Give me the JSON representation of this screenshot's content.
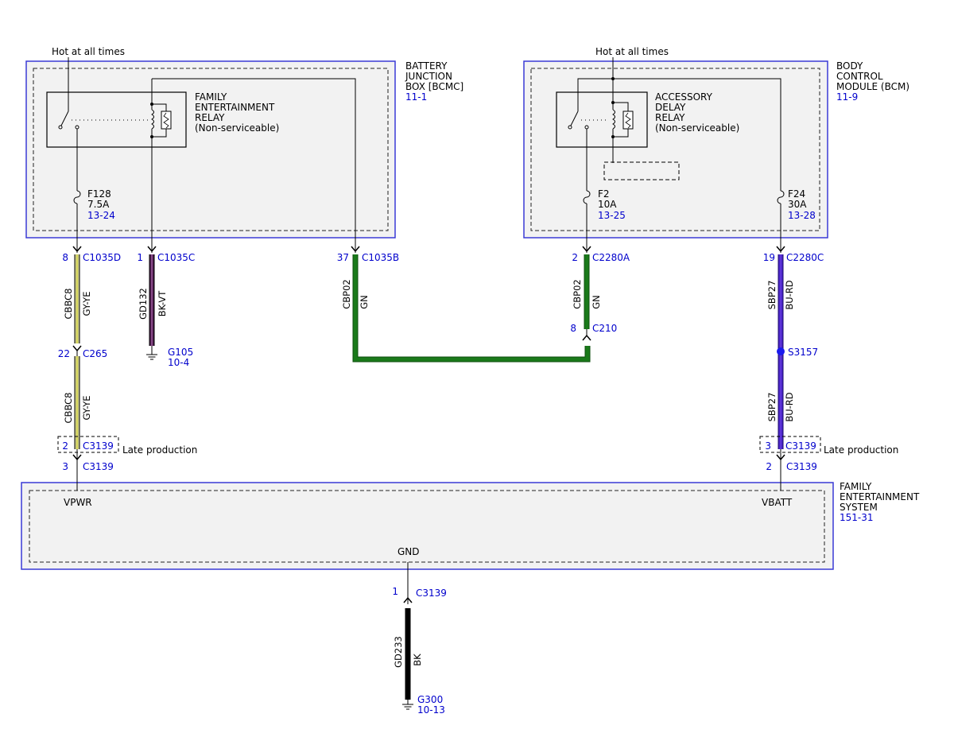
{
  "colors": {
    "module_border": "#3a3ad6",
    "module_fill": "#f2f2f2",
    "ref_text": "#0000cc",
    "wire_gy_ye": "#c9c98a",
    "wire_bk_vt": "#4a1a4a",
    "wire_gn": "#1a7a1a",
    "wire_bu_rd": "#4a24c8",
    "wire_bk": "#000000"
  },
  "top_left": {
    "hot_label": "Hot at all times",
    "module_name_lines": [
      "BATTERY",
      "JUNCTION",
      "BOX [BCMC]"
    ],
    "module_ref": "11-1",
    "relay_lines": [
      "FAMILY",
      "ENTERTAINMENT",
      "RELAY",
      "(Non-serviceable)"
    ],
    "fuse": {
      "name": "F128",
      "rating": "7.5A",
      "ref": "13-24"
    }
  },
  "top_right": {
    "hot_label": "Hot at all times",
    "module_name_lines": [
      "BODY",
      "CONTROL",
      "MODULE (BCM)"
    ],
    "module_ref": "11-9",
    "relay_lines": [
      "ACCESSORY",
      "DELAY",
      "RELAY",
      "(Non-serviceable)"
    ],
    "fuse_a": {
      "name": "F2",
      "rating": "10A",
      "ref": "13-25"
    },
    "fuse_b": {
      "name": "F24",
      "rating": "30A",
      "ref": "13-28"
    }
  },
  "connectors": {
    "c1035d": {
      "pin": "8",
      "name": "C1035D"
    },
    "c1035c": {
      "pin": "1",
      "name": "C1035C"
    },
    "c1035b": {
      "pin": "37",
      "name": "C1035B"
    },
    "c2280a": {
      "pin": "2",
      "name": "C2280A"
    },
    "c2280c": {
      "pin": "19",
      "name": "C2280C"
    },
    "c265": {
      "pin": "22",
      "name": "C265"
    },
    "c210": {
      "pin": "8",
      "name": "C210"
    },
    "c3139_left_late": {
      "pin": "2",
      "name": "C3139"
    },
    "c3139_left": {
      "pin": "3",
      "name": "C3139"
    },
    "c3139_right_late": {
      "pin": "3",
      "name": "C3139"
    },
    "c3139_right": {
      "pin": "2",
      "name": "C3139"
    },
    "c3139_gnd": {
      "pin": "1",
      "name": "C3139"
    }
  },
  "late_production": "Late production",
  "wires": {
    "cbbc8_upper": {
      "circuit": "CBBC8",
      "color": "GY-YE"
    },
    "cbbc8_lower": {
      "circuit": "CBBC8",
      "color": "GY-YE"
    },
    "gd132": {
      "circuit": "GD132",
      "color": "BK-VT"
    },
    "cbp02_left": {
      "circuit": "CBP02",
      "color": "GN"
    },
    "cbp02_right": {
      "circuit": "CBP02",
      "color": "GN"
    },
    "sbp27_upper": {
      "circuit": "SBP27",
      "color": "BU-RD"
    },
    "sbp27_lower": {
      "circuit": "SBP27",
      "color": "BU-RD"
    },
    "gd233": {
      "circuit": "GD233",
      "color": "BK"
    }
  },
  "grounds": {
    "g105": {
      "name": "G105",
      "ref": "10-4"
    },
    "g300": {
      "name": "G300",
      "ref": "10-13"
    }
  },
  "splice": {
    "name": "S3157"
  },
  "bottom_module": {
    "name_lines": [
      "FAMILY",
      "ENTERTAINMENT",
      "SYSTEM"
    ],
    "ref": "151-31",
    "pin_vpwr": "VPWR",
    "pin_vbatt": "VBATT",
    "pin_gnd": "GND"
  }
}
